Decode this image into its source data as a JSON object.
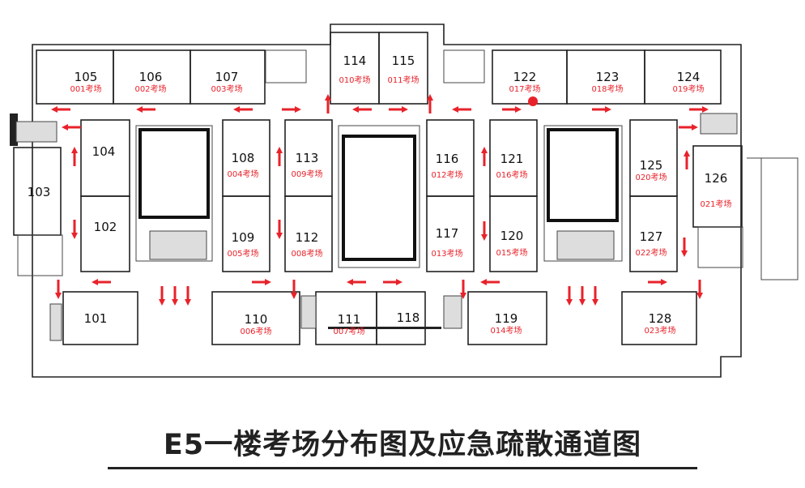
{
  "title": "E5一楼考场分布图及应急疏散通道图",
  "colors": {
    "evacuation": "#e8222a",
    "walls": "#222222"
  },
  "rooms": [
    {
      "number": "105",
      "exam": "001考场"
    },
    {
      "number": "106",
      "exam": "002考场"
    },
    {
      "number": "107",
      "exam": "003考场"
    },
    {
      "number": "108",
      "exam": "004考场"
    },
    {
      "number": "109",
      "exam": "005考场"
    },
    {
      "number": "110",
      "exam": "006考场"
    },
    {
      "number": "111",
      "exam": "007考场"
    },
    {
      "number": "112",
      "exam": "008考场"
    },
    {
      "number": "113",
      "exam": "009考场"
    },
    {
      "number": "114",
      "exam": "010考场"
    },
    {
      "number": "115",
      "exam": "011考场"
    },
    {
      "number": "116",
      "exam": "012考场"
    },
    {
      "number": "117",
      "exam": "013考场"
    },
    {
      "number": "119",
      "exam": "014考场"
    },
    {
      "number": "120",
      "exam": "015考场"
    },
    {
      "number": "121",
      "exam": "016考场"
    },
    {
      "number": "122",
      "exam": "017考场"
    },
    {
      "number": "123",
      "exam": "018考场"
    },
    {
      "number": "124",
      "exam": "019考场"
    },
    {
      "number": "125",
      "exam": "020考场"
    },
    {
      "number": "126",
      "exam": "021考场"
    },
    {
      "number": "127",
      "exam": "022考场"
    },
    {
      "number": "128",
      "exam": "023考场"
    },
    {
      "number": "101",
      "exam": null
    },
    {
      "number": "102",
      "exam": null
    },
    {
      "number": "103",
      "exam": null
    },
    {
      "number": "104",
      "exam": null
    },
    {
      "number": "118",
      "exam": null
    }
  ]
}
